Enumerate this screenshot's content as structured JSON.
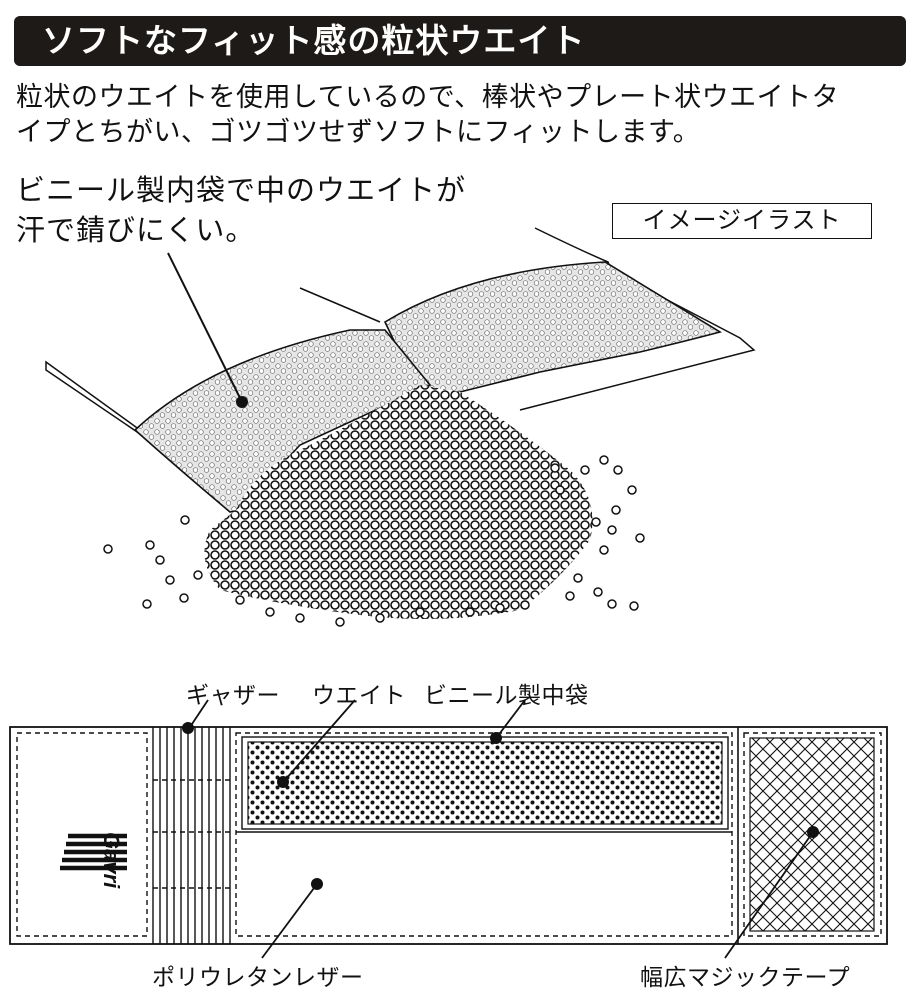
{
  "header": {
    "title": "ソフトなフィット感の粒状ウエイト"
  },
  "intro": {
    "line1": "粒状のウエイトを使用しているので、棒状やプレート状ウエイトタ",
    "line2": "イプとちがい、ゴツゴツせずソフトにフィットします。"
  },
  "callout": {
    "line1": "ビニール製内袋で中のウエイトが",
    "line2": "汗で錆びにくい。"
  },
  "badge": "イメージイラスト",
  "diagram": {
    "label_gather": "ギャザー",
    "label_weight": "ウエイト",
    "label_inner_bag": "ビニール製中袋",
    "label_pu_leather": "ポリウレタンレザー",
    "label_velcro": "幅広マジックテープ",
    "brand_logo": "Gavri"
  },
  "colors": {
    "title_bg": "#1e1a18",
    "ink": "#111111",
    "paper": "#ffffff",
    "bag_fill": "#e2e2e2"
  }
}
